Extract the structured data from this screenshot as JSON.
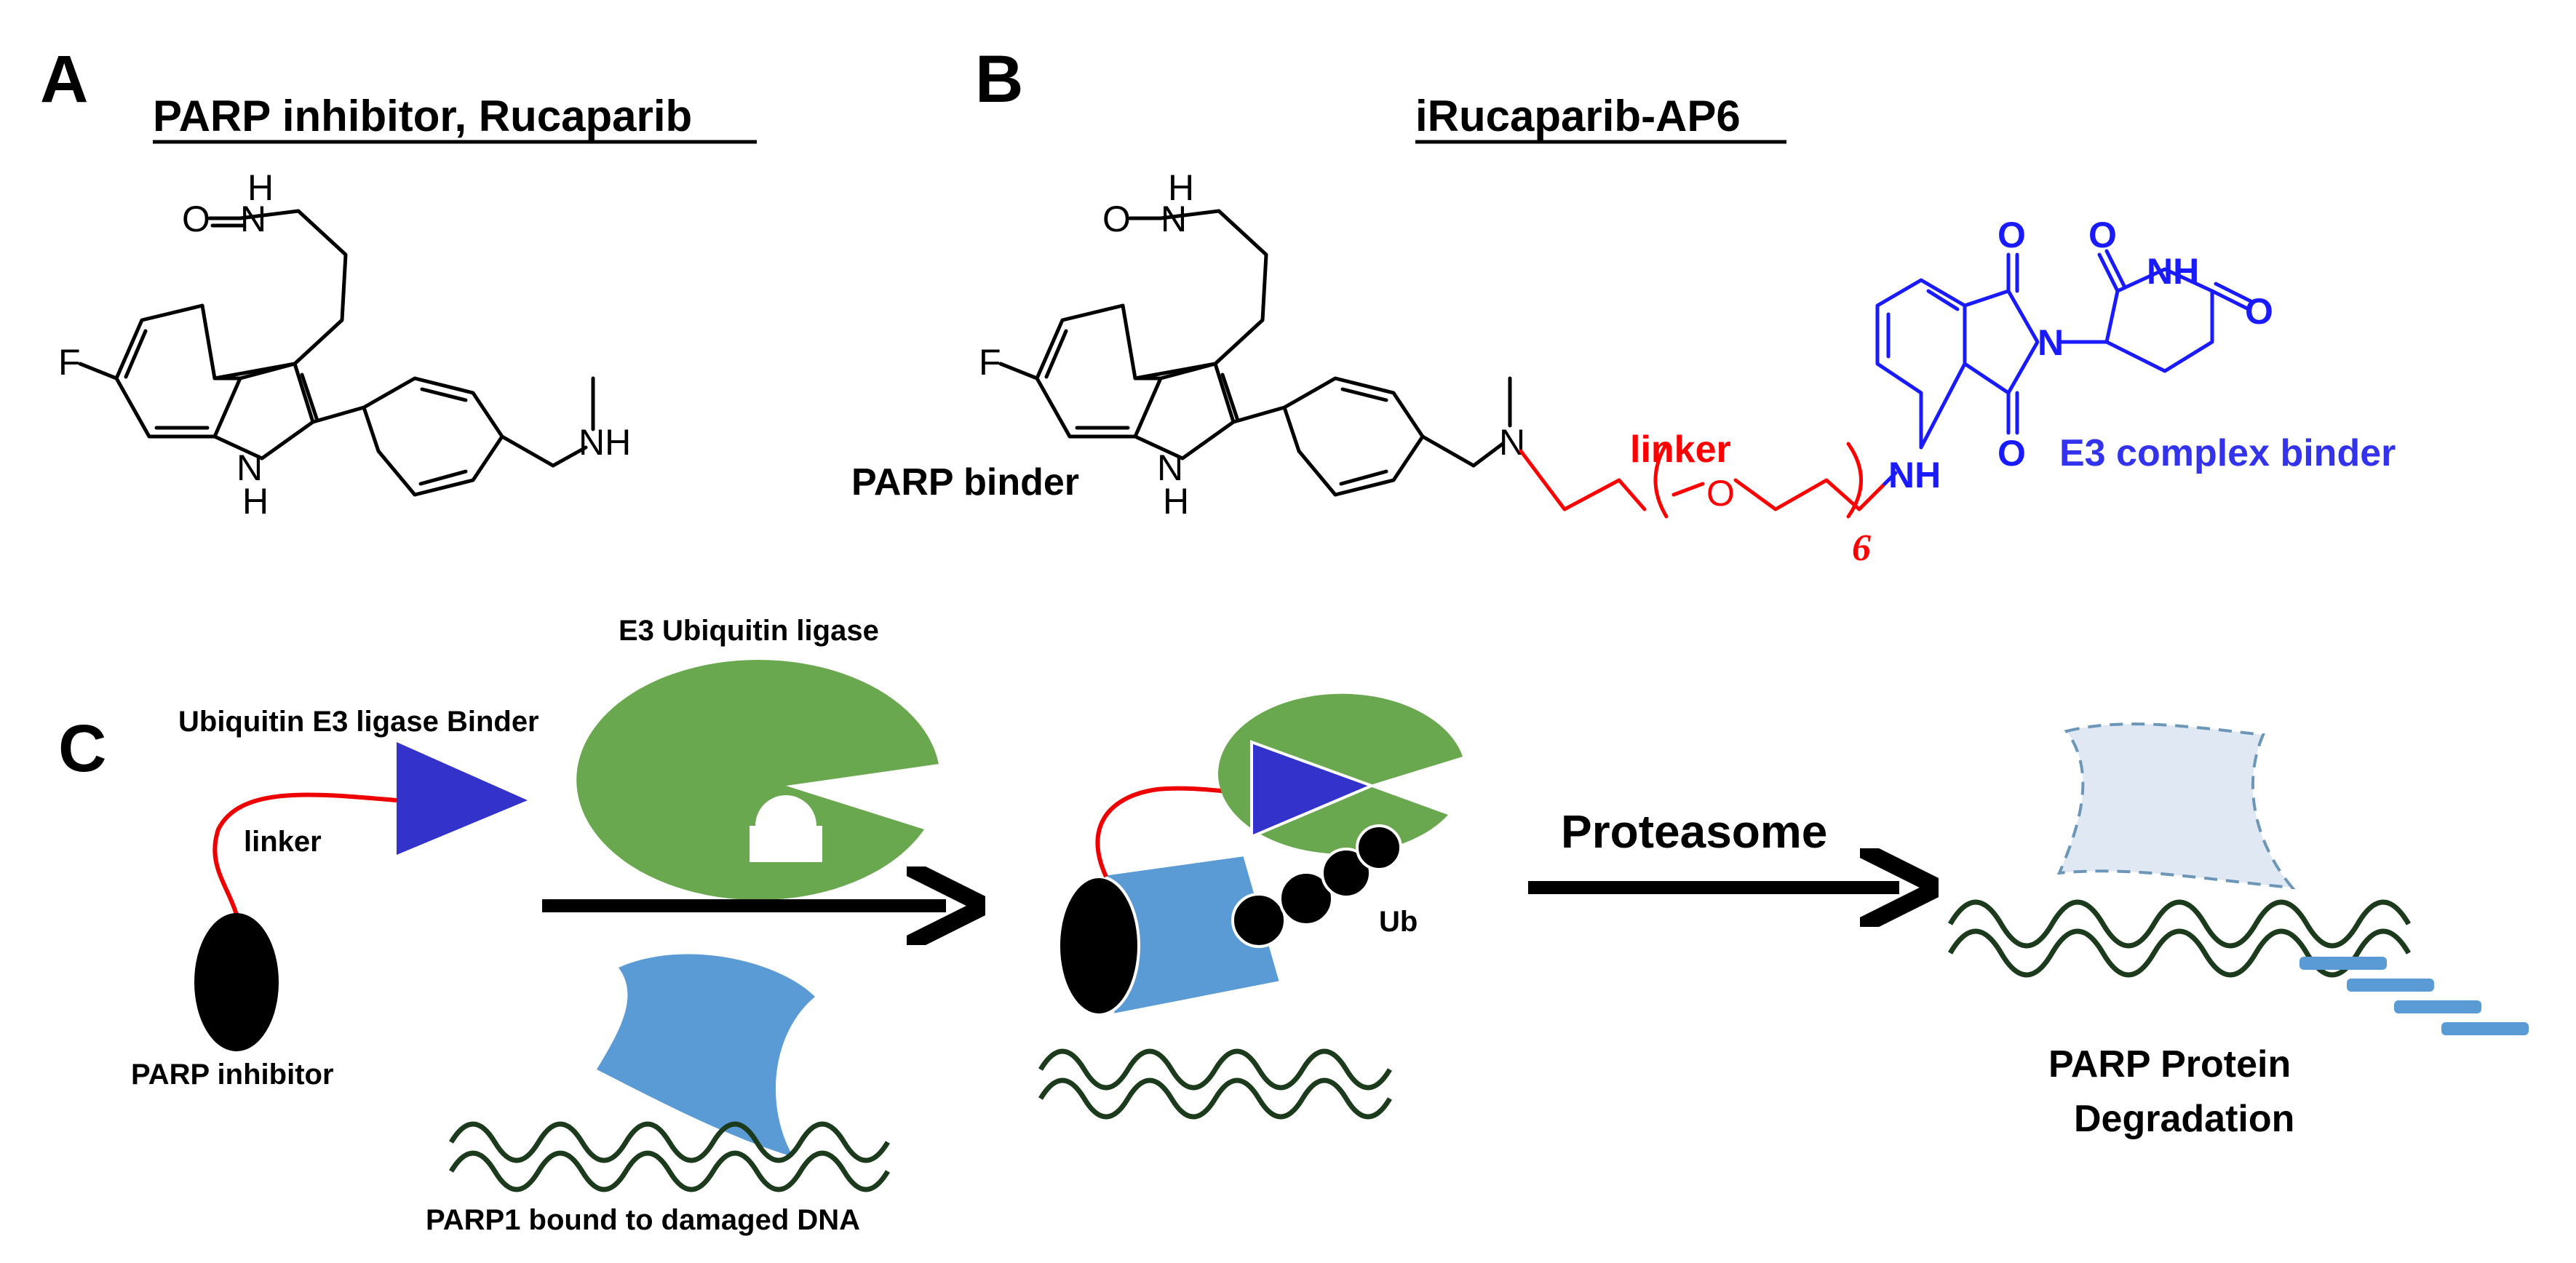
{
  "panels": {
    "a": {
      "letter": "A",
      "title": "PARP inhibitor, Rucaparib"
    },
    "b": {
      "letter": "B",
      "title": "iRucaparib-AP6"
    },
    "c": {
      "letter": "C"
    }
  },
  "atoms": {
    "o": "O",
    "h": "H",
    "n": "N",
    "f": "F",
    "nh": "NH",
    "n_ring": "N",
    "h_ring": "H",
    "o_link": "O",
    "six": "6"
  },
  "blue_atoms": {
    "o1": "O",
    "o2": "O",
    "o3": "O",
    "nh_imide": "NH",
    "n_imide": "N",
    "nh_amine": "NH"
  },
  "labels": {
    "parp_binder": "PARP  binder",
    "linker_b": "linker",
    "e3_complex_binder": "E3 complex binder",
    "e3_ubiquitin_ligase": "E3 Ubiquitin ligase",
    "ubiquitin_e3_binder": "Ubiquitin E3 ligase Binder",
    "linker_c": "linker",
    "parp_inhibitor": "PARP inhibitor",
    "parp1_bound": "PARP1 bound to damaged DNA",
    "ub": "Ub",
    "proteasome": "Proteasome",
    "degradation_line1": "PARP Protein",
    "degradation_line2": "Degradation"
  },
  "colors": {
    "linker_red": "#ff0000",
    "e3_binder_blue": "#1a1aff",
    "triangle_blue": "#3333cc",
    "ligase_green": "#6aa84f",
    "parp_blue": "#5b9bd5",
    "dna_dark_green": "#1c3a1c"
  }
}
